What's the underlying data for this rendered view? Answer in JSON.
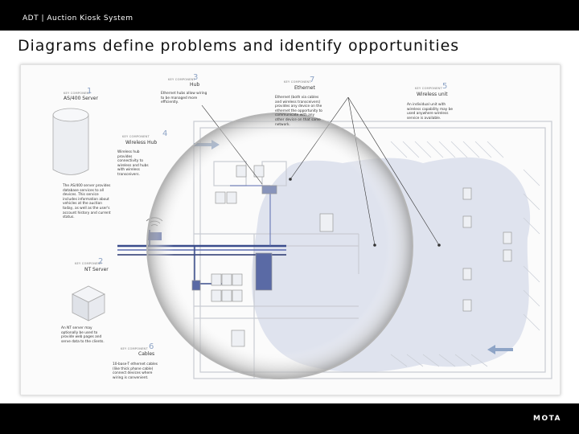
{
  "header": {
    "breadcrumb": "ADT | Auction Kiosk System"
  },
  "slide": {
    "title": "Diagrams define problems and identify opportunities"
  },
  "diagram": {
    "components": [
      {
        "label": "KEY COMPONENT",
        "number": "1",
        "name": "AS/400 Server",
        "desc": "The AS/400 server provides database services to all devices. This service includes information about vehicles at the auction today, as well as the user's account history and current status."
      },
      {
        "label": "KEY COMPONENT",
        "number": "2",
        "name": "NT Server",
        "desc": "An NT server may optionally be used to provide web pages and serve data to the clients."
      },
      {
        "label": "KEY COMPONENT",
        "number": "3",
        "name": "Hub",
        "desc": "Ethernet hubs allow wiring to be managed more efficiently."
      },
      {
        "label": "KEY COMPONENT",
        "number": "4",
        "name": "Wireless Hub",
        "desc": "Wireless hub provides connectivity to wireless and hubs with wireless transceivers."
      },
      {
        "label": "KEY COMPONENT",
        "number": "5",
        "name": "Wireless unit",
        "desc": "An individual unit with wireless capability may be used anywhere wireless service is available."
      },
      {
        "label": "KEY COMPONENT",
        "number": "6",
        "name": "Cables",
        "desc": "10-base-T ethernet cables (like thick phone cable) connect devices where wiring is convenient."
      },
      {
        "label": "KEY COMPONENT",
        "number": "7",
        "name": "Ethernet",
        "desc": "Ethernet (both via cables and wireless transceivers) provides any device on the ethernet the opportunity to communicate with any other device on that same network."
      }
    ]
  },
  "footer": {
    "logo": "MOTA"
  }
}
